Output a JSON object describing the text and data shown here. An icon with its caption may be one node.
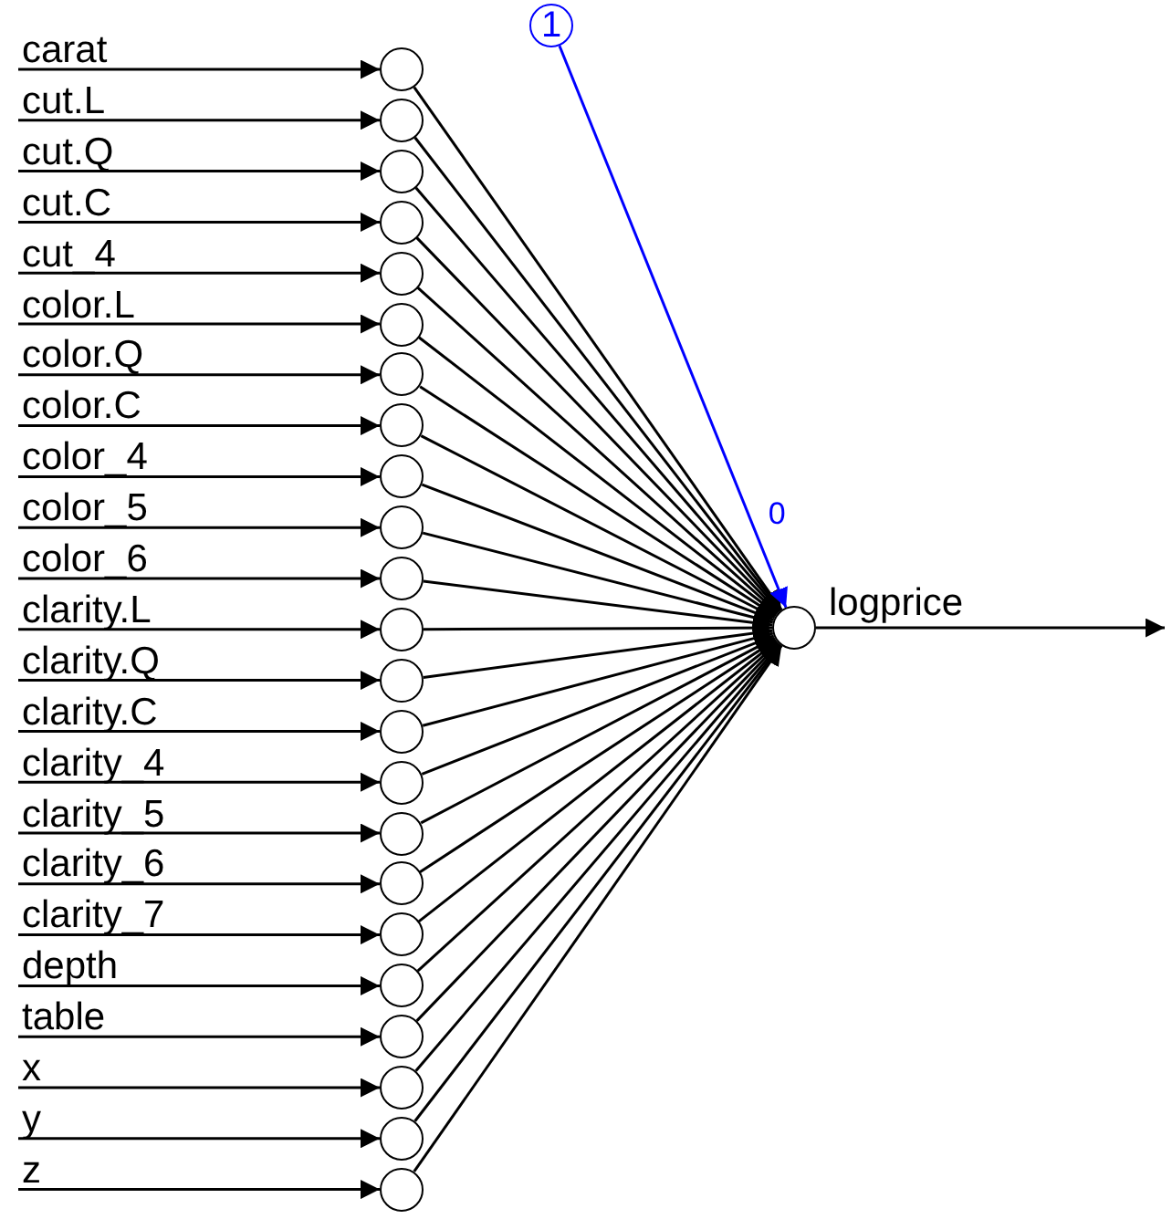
{
  "diagram": {
    "nodes": [
      {
        "text": [],
        "shape": "circle"
      },
      {
        "text": [],
        "shape": "circle"
      },
      {
        "text": [],
        "shape": "circle"
      },
      {
        "text": [],
        "shape": "circle"
      },
      {
        "text": [],
        "shape": "circle"
      },
      {
        "text": [],
        "shape": "circle"
      },
      {
        "text": [],
        "shape": "circle"
      },
      {
        "text": [],
        "shape": "circle"
      },
      {
        "text": [],
        "shape": "circle"
      },
      {
        "text": [],
        "shape": "circle"
      },
      {
        "text": [],
        "shape": "circle"
      },
      {
        "text": [],
        "shape": "circle"
      },
      {
        "text": [],
        "shape": "circle"
      },
      {
        "text": [],
        "shape": "circle"
      },
      {
        "text": [],
        "shape": "circle"
      },
      {
        "text": [],
        "shape": "circle"
      },
      {
        "text": [],
        "shape": "circle"
      },
      {
        "text": [],
        "shape": "circle"
      },
      {
        "text": [],
        "shape": "circle"
      },
      {
        "text": [],
        "shape": "circle"
      },
      {
        "text": [],
        "shape": "circle"
      },
      {
        "text": [],
        "shape": "circle"
      },
      {
        "text": [],
        "shape": "circle"
      },
      {
        "text": [
          "1"
        ]
      },
      {
        "text": [],
        "shape": "circle"
      }
    ],
    "edges": [
      {
        "from": null,
        "to": 0,
        "arrow": "to",
        "label": "carat"
      },
      {
        "from": null,
        "to": 1,
        "arrow": "to",
        "label": "cut.L"
      },
      {
        "from": null,
        "to": 2,
        "arrow": "to",
        "label": "cut.Q"
      },
      {
        "from": null,
        "to": 3,
        "arrow": "to",
        "label": "cut.C"
      },
      {
        "from": null,
        "to": 4,
        "arrow": "to",
        "label": "cut_4"
      },
      {
        "from": null,
        "to": 5,
        "arrow": "to",
        "label": "color.L"
      },
      {
        "from": null,
        "to": 6,
        "arrow": "to",
        "label": "color.Q"
      },
      {
        "from": null,
        "to": 7,
        "arrow": "to",
        "label": "color.C"
      },
      {
        "from": null,
        "to": 8,
        "arrow": "to",
        "label": "color_4"
      },
      {
        "from": null,
        "to": 9,
        "arrow": "to",
        "label": "color_5"
      },
      {
        "from": null,
        "to": 10,
        "arrow": "to",
        "label": "color_6"
      },
      {
        "from": null,
        "to": 11,
        "arrow": "to",
        "label": "clarity.L"
      },
      {
        "from": null,
        "to": 12,
        "arrow": "to",
        "label": "clarity.Q"
      },
      {
        "from": null,
        "to": 13,
        "arrow": "to",
        "label": "clarity.C"
      },
      {
        "from": null,
        "to": 14,
        "arrow": "to",
        "label": "clarity_4"
      },
      {
        "from": null,
        "to": 15,
        "arrow": "to",
        "label": "clarity_5"
      },
      {
        "from": null,
        "to": 16,
        "arrow": "to",
        "label": "clarity_6"
      },
      {
        "from": null,
        "to": 17,
        "arrow": "to",
        "label": "clarity_7"
      },
      {
        "from": null,
        "to": 18,
        "arrow": "to",
        "label": "depth"
      },
      {
        "from": null,
        "to": 19,
        "arrow": "to",
        "label": "table"
      },
      {
        "from": null,
        "to": 20,
        "arrow": "to",
        "label": "x"
      },
      {
        "from": null,
        "to": 21,
        "arrow": "to",
        "label": "y"
      },
      {
        "from": null,
        "to": 22,
        "arrow": "to",
        "label": "z"
      },
      {
        "from": 0,
        "to": 24,
        "arrow": "to"
      },
      {
        "from": 1,
        "to": 24,
        "arrow": "to"
      },
      {
        "from": 2,
        "to": 24,
        "arrow": "to"
      },
      {
        "from": 3,
        "to": 24,
        "arrow": "to"
      },
      {
        "from": 4,
        "to": 24,
        "arrow": "to"
      },
      {
        "from": 5,
        "to": 24,
        "arrow": "to"
      },
      {
        "from": 6,
        "to": 24,
        "arrow": "to"
      },
      {
        "from": 7,
        "to": 24,
        "arrow": "to"
      },
      {
        "from": 8,
        "to": 24,
        "arrow": "to"
      },
      {
        "from": 9,
        "to": 24,
        "arrow": "to"
      },
      {
        "from": 10,
        "to": 24,
        "arrow": "to"
      },
      {
        "from": 11,
        "to": 24,
        "arrow": "to"
      },
      {
        "from": 12,
        "to": 24,
        "arrow": "to"
      },
      {
        "from": 13,
        "to": 24,
        "arrow": "to"
      },
      {
        "from": 14,
        "to": 24,
        "arrow": "to"
      },
      {
        "from": 15,
        "to": 24,
        "arrow": "to"
      },
      {
        "from": 16,
        "to": 24,
        "arrow": "to"
      },
      {
        "from": 17,
        "to": 24,
        "arrow": "to"
      },
      {
        "from": 18,
        "to": 24,
        "arrow": "to"
      },
      {
        "from": 19,
        "to": 24,
        "arrow": "to"
      },
      {
        "from": 20,
        "to": 24,
        "arrow": "to"
      },
      {
        "from": 21,
        "to": 24,
        "arrow": "to"
      },
      {
        "from": 22,
        "to": 24,
        "arrow": "to"
      },
      {
        "from": 23,
        "to": 24,
        "arrow": "to",
        "label": "0",
        "color": "#0000ff"
      },
      {
        "from": 24,
        "to": null,
        "arrow": "to",
        "label": "logprice"
      }
    ]
  }
}
